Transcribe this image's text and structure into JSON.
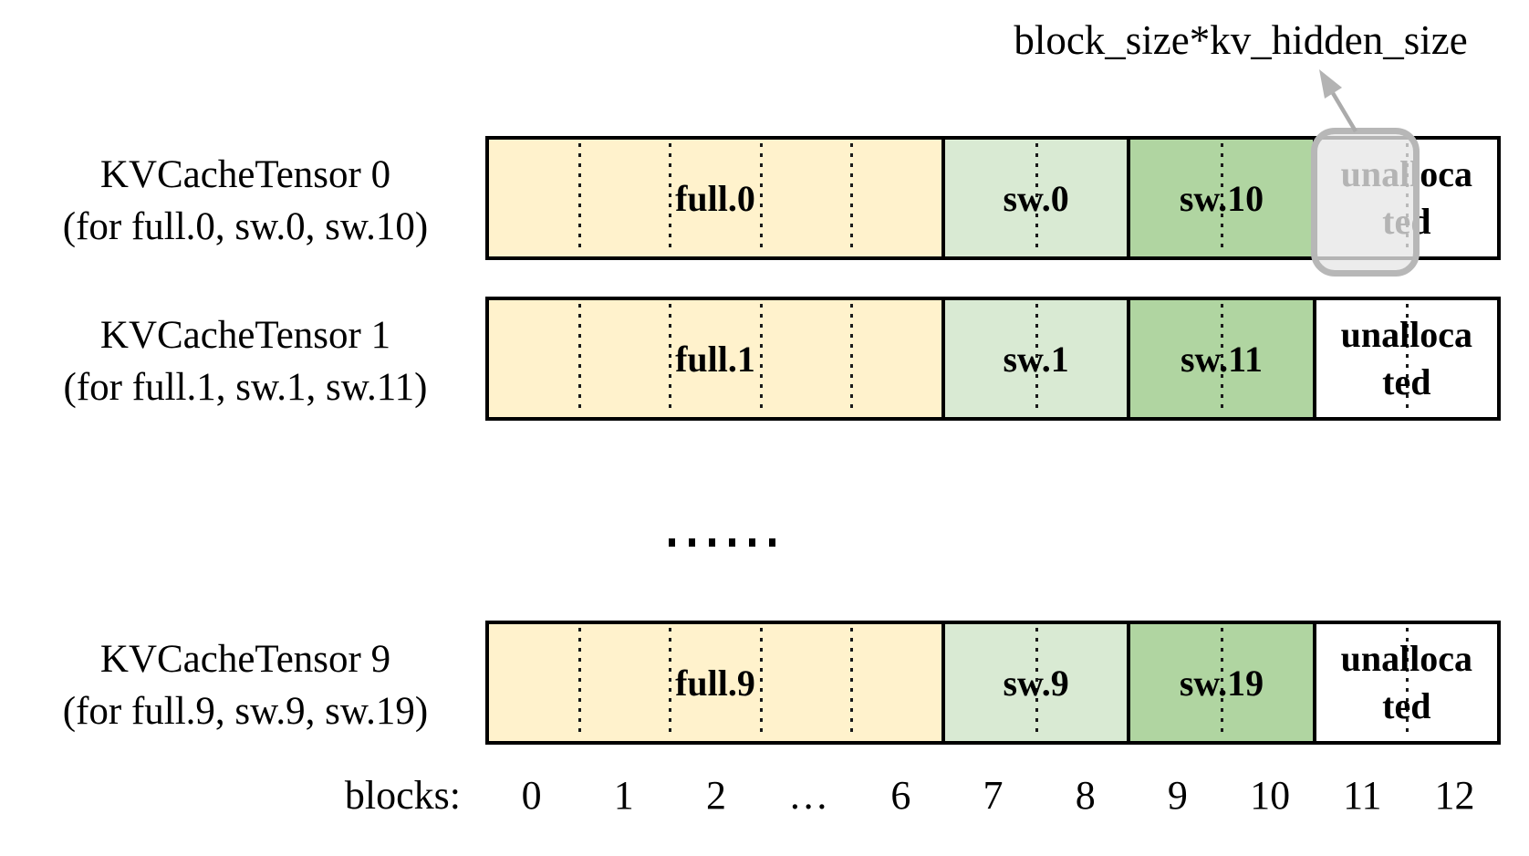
{
  "annotation": {
    "label": "block_size*kv_hidden_size"
  },
  "colors": {
    "full_section": "#FFF2CC",
    "sw_section": "#D9EAD3",
    "sw_high_section": "#B0D5A1",
    "unallocated_section": "#FFFFFF",
    "box_border": "#000000",
    "highlight_fill": "#E7E7E7",
    "highlight_border": "#B7B7B7",
    "arrow": "#ABABAB"
  },
  "rows": [
    {
      "label_line1": "KVCacheTensor 0",
      "label_line2": "(for full.0, sw.0, sw.10)",
      "full_label": "full.0",
      "sw_label": "sw.0",
      "sw2_label": "sw.10",
      "highlighted_block": 11
    },
    {
      "label_line1": "KVCacheTensor 1",
      "label_line2": "(for full.1, sw.1, sw.11)",
      "full_label": "full.1",
      "sw_label": "sw.1",
      "sw2_label": "sw.11"
    },
    {
      "label_line1": "KVCacheTensor 9",
      "label_line2": "(for full.9, sw.9, sw.19)",
      "full_label": "full.9",
      "sw_label": "sw.9",
      "sw2_label": "sw.19"
    }
  ],
  "unallocated": {
    "line1": "unalloca",
    "line2": "ted"
  },
  "axis": {
    "label": "blocks:",
    "ticks": [
      "0",
      "1",
      "2",
      "…",
      "6",
      "7",
      "8",
      "9",
      "10",
      "11",
      "12"
    ]
  }
}
